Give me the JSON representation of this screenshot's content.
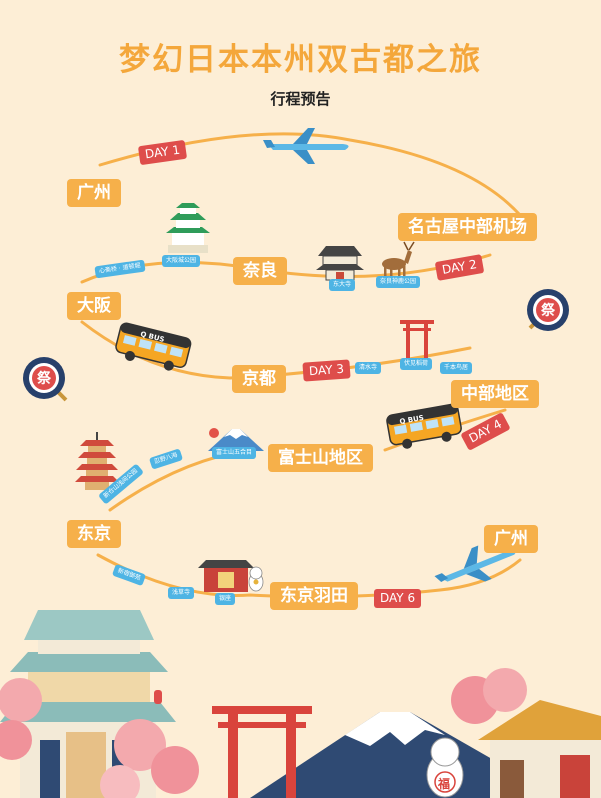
{
  "title": "梦幻日本本州双古都之旅",
  "subtitle": "行程预告",
  "cities": {
    "guangzhou1": "广州",
    "nagoya_airport": "名古屋中部机场",
    "nara": "奈良",
    "osaka": "大阪",
    "kyoto": "京都",
    "chubu": "中部地区",
    "fuji": "富士山地区",
    "tokyo": "东京",
    "guangzhou2": "广州",
    "haneda": "东京羽田"
  },
  "days": {
    "d1": "DAY 1",
    "d2": "DAY 2",
    "d3": "DAY 3",
    "d4": "DAY 4",
    "d6": "DAY 6"
  },
  "tags": {
    "t1": "心斋桥 · 道顿堀",
    "t2": "大阪城公园",
    "t3": "东大寺",
    "t4": "奈良神鹿公园",
    "t5": "清水寺",
    "t6": "伏见稻荷",
    "t7": "千本鸟居",
    "t8": "富士山五合目",
    "t9": "忍野八海",
    "t10": "新仓山浅间公园",
    "t11": "银座",
    "t12": "浅草寺",
    "t13": "新宿御苑"
  },
  "bus_label": "Q BUS",
  "fortune_cat_char": "福",
  "fan_char": "祭",
  "colors": {
    "background": "#fdeed6",
    "title": "#f4a73b",
    "city_badge": "#f6b04a",
    "day_badge": "#de4d4b",
    "tag": "#4eb4e4",
    "route": "#f6b04a"
  }
}
